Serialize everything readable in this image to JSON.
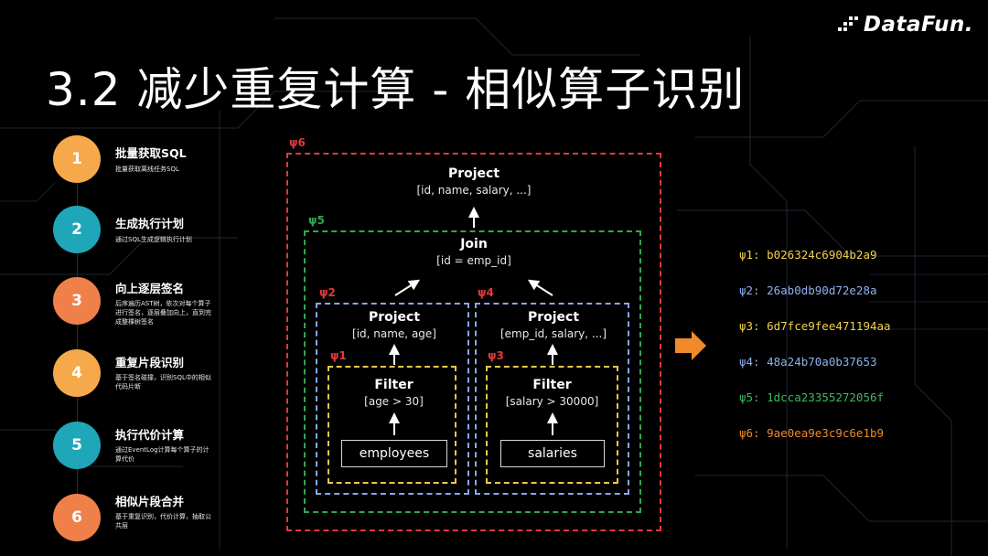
{
  "brand": {
    "logo_text": "DataFun."
  },
  "page_title": "3.2 减少重复计算 - 相似算子识别",
  "steps": [
    {
      "num": "1",
      "title": "批量获取SQL",
      "desc": "批量获取离线任务SQL",
      "color": "#f5a94a"
    },
    {
      "num": "2",
      "title": "生成执行计划",
      "desc": "通过SQL生成逻辑执行计划",
      "color": "#1fa6b8"
    },
    {
      "num": "3",
      "title": "向上逐层签名",
      "desc": "后序遍历AST树，依次对每个算子进行签名，逐层叠加向上，直到完成整棵树签名",
      "color": "#f0804a"
    },
    {
      "num": "4",
      "title": "重复片段识别",
      "desc": "基于签名碰撞，识别SQL中的相似代码片断",
      "color": "#f5a94a"
    },
    {
      "num": "5",
      "title": "执行代价计算",
      "desc": "通过EventLog计算每个算子的计算代价",
      "color": "#1fa6b8"
    },
    {
      "num": "6",
      "title": "相似片段合并",
      "desc": "基于重复识别，代价计算，抽取公共层",
      "color": "#f0804a"
    }
  ],
  "diagram": {
    "psi_labels": {
      "p1": "ψ1",
      "p2": "ψ2",
      "p3": "ψ3",
      "p4": "ψ4",
      "p5": "ψ5",
      "p6": "ψ6"
    },
    "project_top": {
      "title": "Project",
      "sub": "[id, name, salary, ...]"
    },
    "join": {
      "title": "Join",
      "sub": "[id = emp_id]"
    },
    "project_left": {
      "title": "Project",
      "sub": "[id, name, age]"
    },
    "project_right": {
      "title": "Project",
      "sub": "[emp_id, salary, ...]"
    },
    "filter_left": {
      "title": "Filter",
      "sub": "[age > 30]"
    },
    "filter_right": {
      "title": "Filter",
      "sub": "[salary > 30000]"
    },
    "table_left": "employees",
    "table_right": "salaries"
  },
  "colors": {
    "psi6": "#e0393a",
    "psi5": "#2fa84f",
    "psi24": "#8aa6e8",
    "psi13": "#f2c744",
    "arrow_orange": "#f08a2a"
  },
  "signatures": [
    {
      "label": "ψ1: b026324c6904b2a9",
      "color": "#f2d14a"
    },
    {
      "label": "ψ2: 26ab0db90d72e28a",
      "color": "#8fb0ee"
    },
    {
      "label": "ψ3: 6d7fce9fee471194aa",
      "color": "#f2d14a"
    },
    {
      "label": "ψ4: 48a24b70a0b37653",
      "color": "#8fb0ee"
    },
    {
      "label": "ψ5: 1dcca23355272056f",
      "color": "#3fb85f"
    },
    {
      "label": "ψ6: 9ae0ea9e3c9c6e1b9",
      "color": "#f08a2a"
    }
  ]
}
